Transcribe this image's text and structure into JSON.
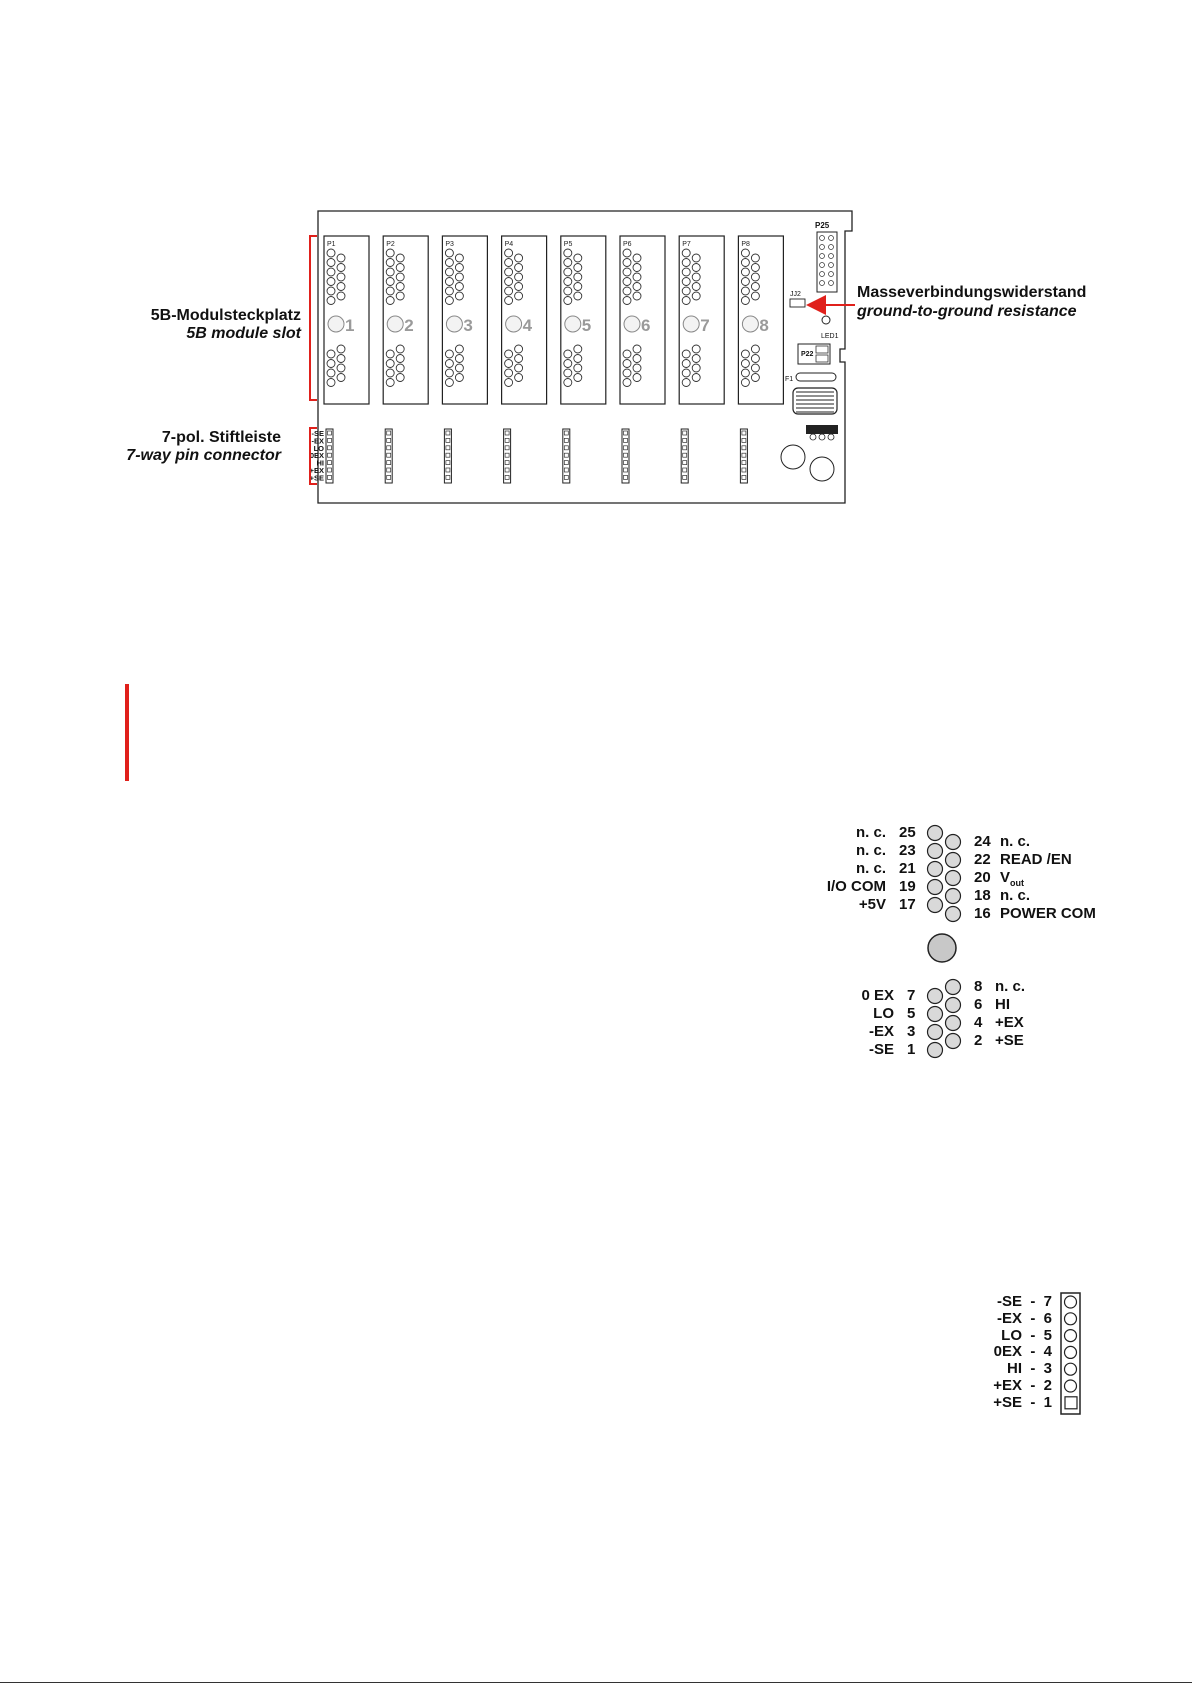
{
  "board": {
    "slot_ids": [
      "P1",
      "P2",
      "P3",
      "P4",
      "P5",
      "P6",
      "P7",
      "P8"
    ],
    "slot_numbers": [
      "1",
      "2",
      "3",
      "4",
      "5",
      "6",
      "7",
      "8"
    ],
    "header_pin_labels": [
      "-SE",
      "-EX",
      "LO",
      "0EX",
      "HI",
      "+EX",
      "+SE"
    ],
    "component_labels": {
      "p25": "P25",
      "jj2": "JJ2",
      "led": "LED1",
      "p22": "P22",
      "f1": "F1"
    }
  },
  "callouts": {
    "module_slot_de": "5B-Modulsteckplatz",
    "module_slot_en": "5B module slot",
    "pin_connector_de": "7-pol. Stiftleiste",
    "pin_connector_en": "7-way pin connector",
    "ground_res_de": "Masseverbindungswiderstand",
    "ground_res_en": "ground-to-ground resistance"
  },
  "module_pinout": {
    "upper_left": [
      {
        "name": "n. c.",
        "num": "25"
      },
      {
        "name": "n. c.",
        "num": "23"
      },
      {
        "name": "n. c.",
        "num": "21"
      },
      {
        "name": "I/O COM",
        "num": "19"
      },
      {
        "name": "+5V",
        "num": "17"
      }
    ],
    "upper_right": [
      {
        "num": "24",
        "name": "n. c."
      },
      {
        "num": "22",
        "name": "READ /EN"
      },
      {
        "num": "20",
        "name": "V",
        "sub": "out"
      },
      {
        "num": "18",
        "name": "n. c."
      },
      {
        "num": "16",
        "name": "POWER COM"
      }
    ],
    "lower_left": [
      {
        "name": "0 EX",
        "num": "7"
      },
      {
        "name": "LO",
        "num": "5"
      },
      {
        "name": "-EX",
        "num": "3"
      },
      {
        "name": "-SE",
        "num": "1"
      }
    ],
    "lower_right": [
      {
        "num": "8",
        "name": "n. c."
      },
      {
        "num": "6",
        "name": "HI"
      },
      {
        "num": "4",
        "name": "+EX"
      },
      {
        "num": "2",
        "name": "+SE"
      }
    ]
  },
  "header_pinout": [
    {
      "name": "-SE",
      "num": "7"
    },
    {
      "name": "-EX",
      "num": "6"
    },
    {
      "name": "LO",
      "num": "5"
    },
    {
      "name": "0EX",
      "num": "4"
    },
    {
      "name": "HI",
      "num": "3"
    },
    {
      "name": "+EX",
      "num": "2"
    },
    {
      "name": "+SE",
      "num": "1"
    }
  ],
  "colors": {
    "accent_red": "#e0201b",
    "pin_fill": "#d9d9d9",
    "slot_number_gray": "#9a9a9a"
  }
}
